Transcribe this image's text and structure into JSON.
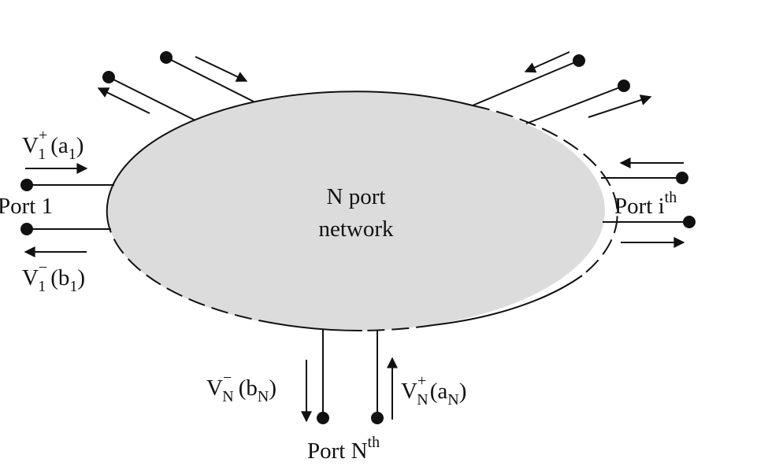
{
  "network": {
    "line1": "N port",
    "line2": "network",
    "fill_color": "#dcdcdc",
    "stroke_color": "#111111"
  },
  "ports": {
    "port1": {
      "label": "Port 1"
    },
    "porti": {
      "label": "Port i",
      "sup": "th"
    },
    "portN": {
      "label": "Port N",
      "sup": "th"
    }
  },
  "waves": {
    "v1_plus": {
      "base": "V",
      "sup": "+",
      "sub": "1",
      "paren_base": "a",
      "paren_sub": "1"
    },
    "v1_minus": {
      "base": "V",
      "sup": "−",
      "sub": "1",
      "paren_base": "b",
      "paren_sub": "1"
    },
    "vN_minus": {
      "base": "V",
      "sup": "−",
      "sub": "N",
      "paren_base": "b",
      "paren_sub": "N"
    },
    "vN_plus": {
      "base": "V",
      "sup": "+",
      "sub": "N",
      "paren_base": "a",
      "paren_sub": "N"
    }
  },
  "symbols": {
    "open_paren": "(",
    "close_paren": ")"
  },
  "icons": {
    "terminal": "filled-circle-terminal",
    "wave": "arrow"
  }
}
